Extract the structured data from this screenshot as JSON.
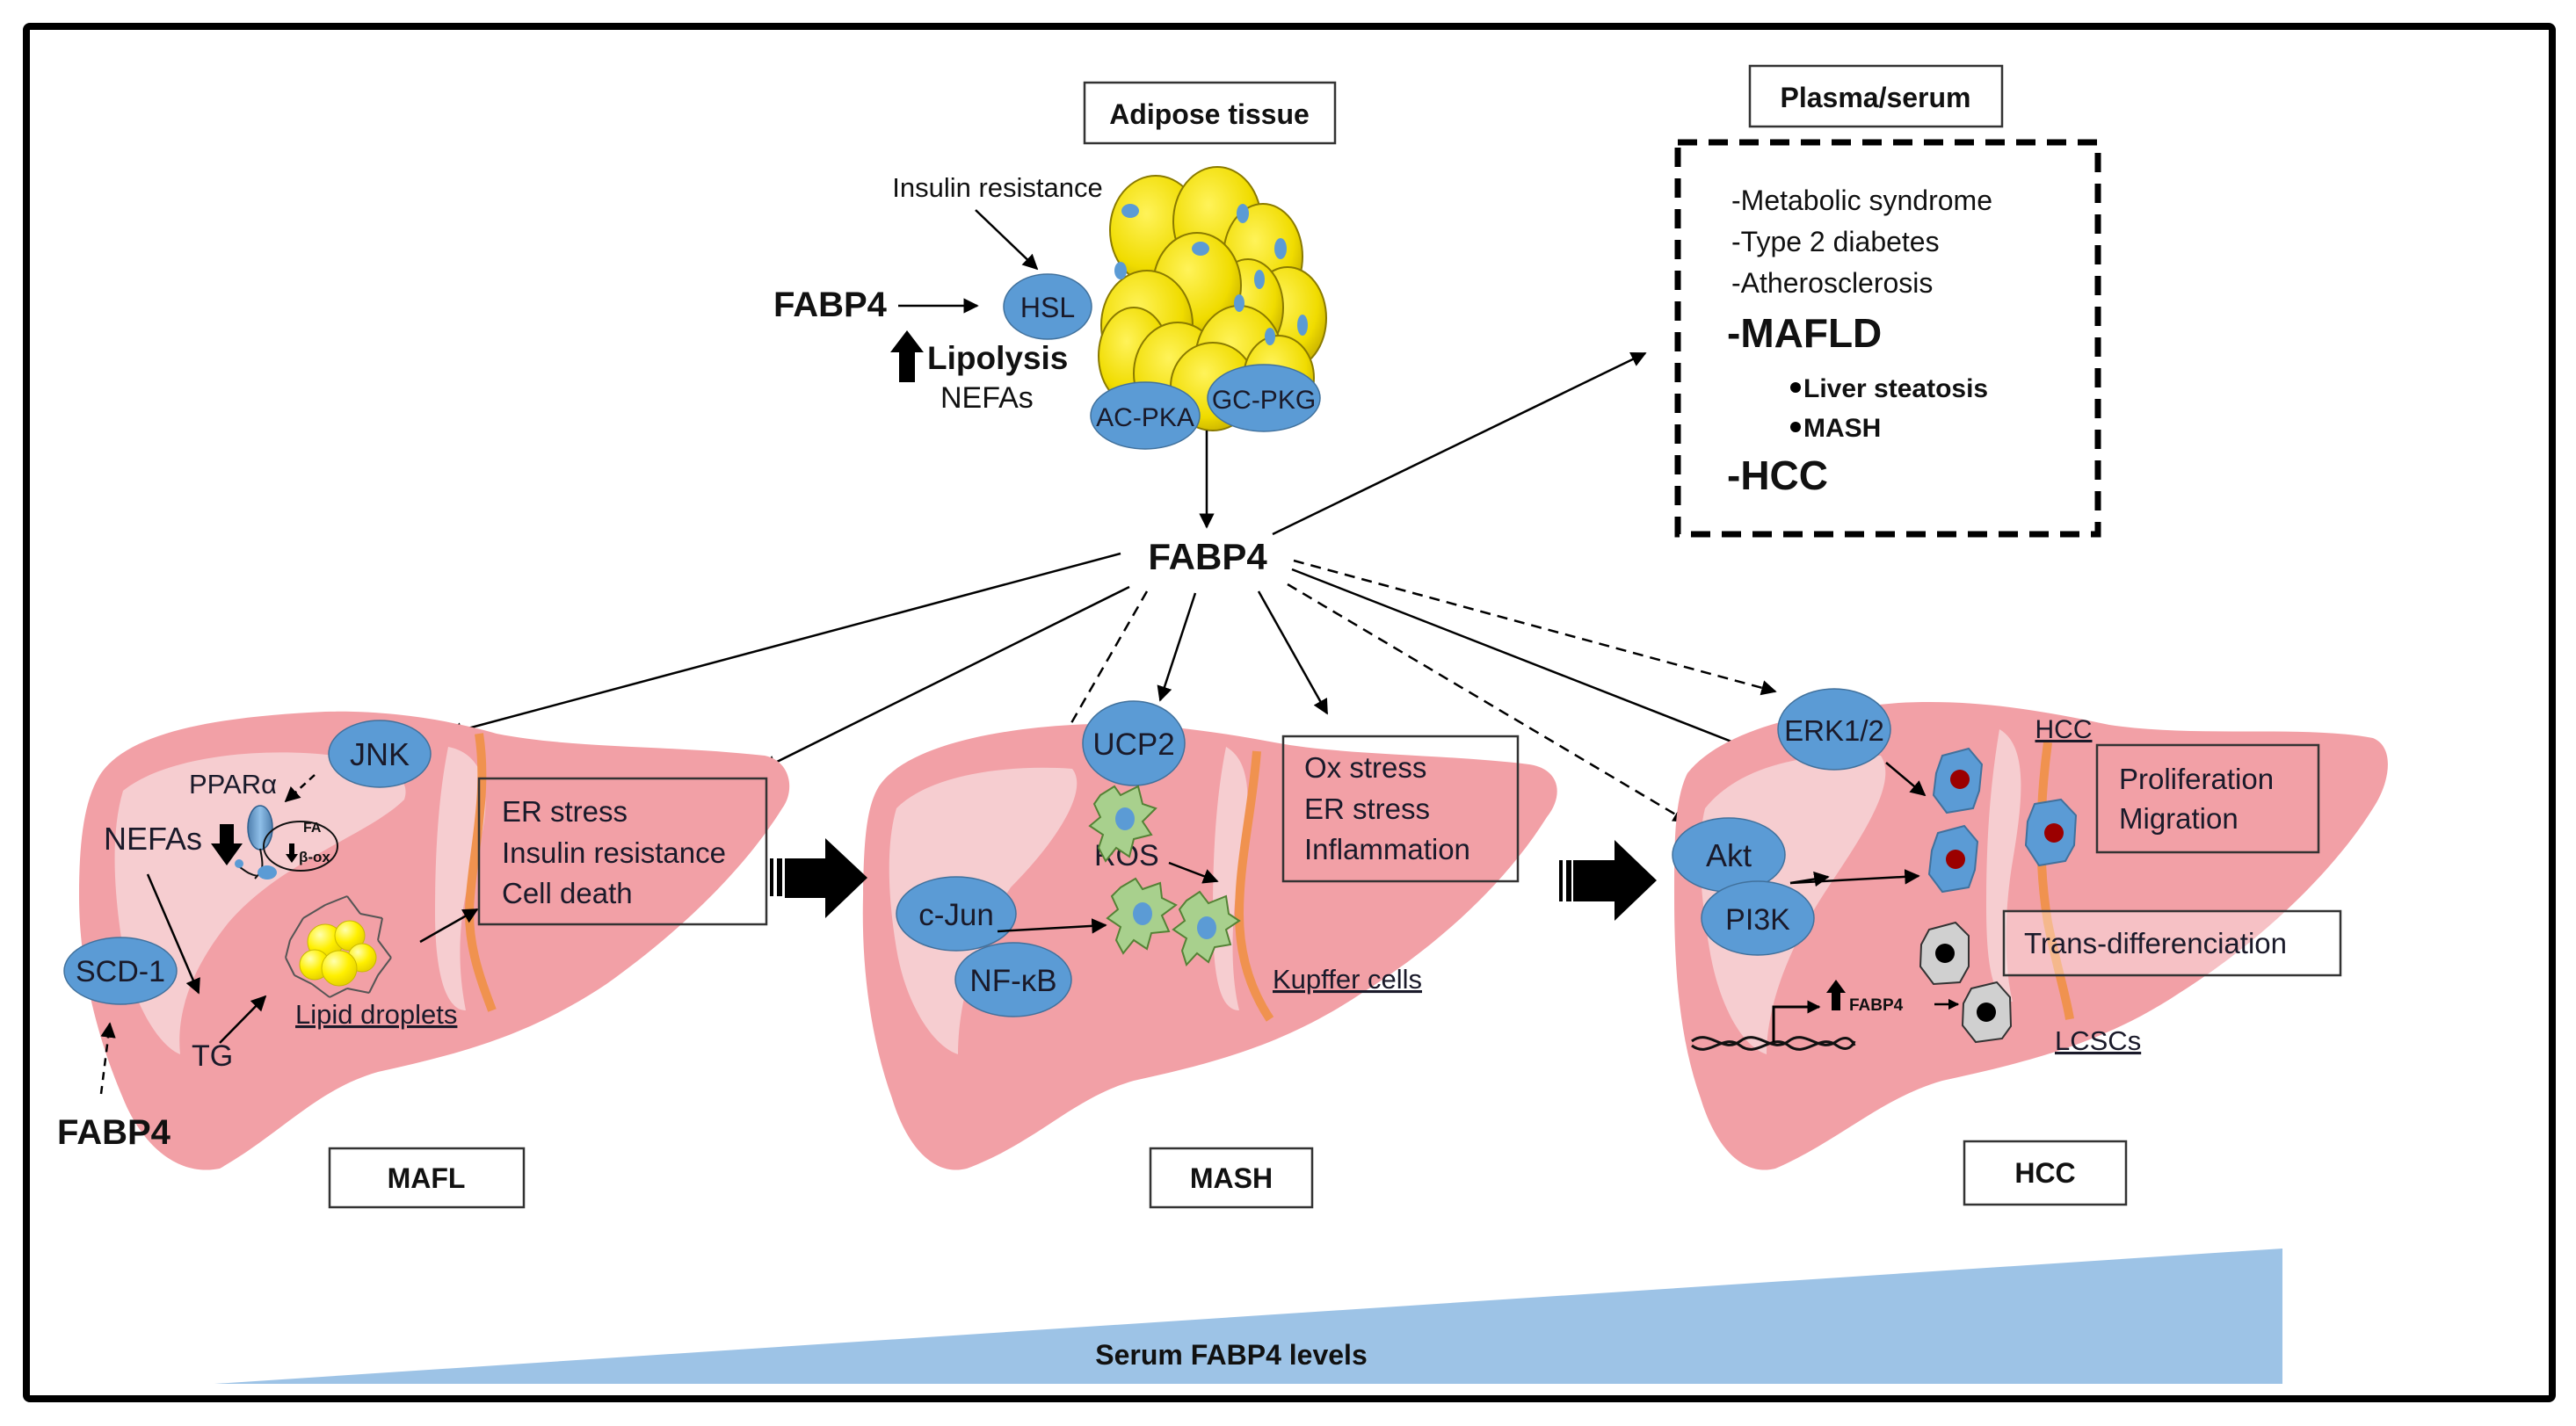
{
  "colors": {
    "liver_outer": "#f2a0a6",
    "liver_light": "#f6cdd0",
    "liver_inner": "#f0a8ad",
    "ligament": "#f0924f",
    "protein_blue": "#5b9bd5",
    "adipocyte_yellow": "#f2e000",
    "kupffer_green": "#a8d08d",
    "hcc_cell_blue": "#5b9bd5",
    "hcc_nucleus": "#9b0000",
    "lcsc_gray": "#d0d0d0",
    "gradient_blue": "#9dc3e6",
    "border": "#000000"
  },
  "adipose": {
    "title": "Adipose tissue",
    "insulin_resistance": "Insulin resistance",
    "fabp4": "FABP4",
    "hsl": "HSL",
    "lipolysis": "Lipolysis",
    "nefas": "NEFAs",
    "ac_pka": "AC-PKA",
    "gc_pkg": "GC-PKG"
  },
  "plasma": {
    "title": "Plasma/serum",
    "items": [
      "-Metabolic syndrome",
      "-Type 2 diabetes",
      "-Atherosclerosis"
    ],
    "mafld": "-MAFLD",
    "sub_items": [
      "Liver steatosis",
      "MASH"
    ],
    "hcc": "-HCC"
  },
  "center": {
    "fabp4": "FABP4"
  },
  "mafl": {
    "stage_label": "MAFL",
    "jnk": "JNK",
    "ppara": "PPARα",
    "fa": "FA",
    "beta_ox": "β-ox",
    "nefas": "NEFAs",
    "scd1": "SCD-1",
    "tg": "TG",
    "lipid_droplets": "Lipid droplets",
    "fabp4": "FABP4",
    "effects": [
      "ER stress",
      "Insulin resistance",
      "Cell death"
    ]
  },
  "mash": {
    "stage_label": "MASH",
    "ucp2": "UCP2",
    "ros": "ROS",
    "cjun": "c-Jun",
    "nfkb": "NF-κB",
    "kupffer": "Kupffer cells",
    "effects": [
      "Ox stress",
      "ER stress",
      "Inflammation"
    ]
  },
  "hcc": {
    "stage_label": "HCC",
    "erk": "ERK1/2",
    "akt": "Akt",
    "pi3k": "PI3K",
    "hcc_label": "HCC",
    "effects": [
      "Proliferation",
      "Migration"
    ],
    "transdiff": "Trans-differenciation",
    "fabp4_small": "FABP4",
    "lcscs": "LCSCs"
  },
  "gradient": {
    "label": "Serum FABP4 levels"
  }
}
